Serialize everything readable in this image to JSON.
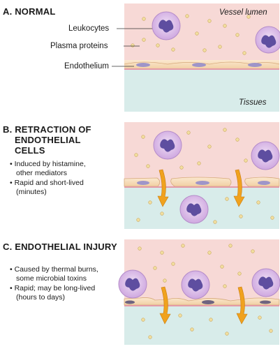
{
  "panel_a": {
    "title": "A. NORMAL",
    "labels": {
      "leukocytes": "Leukocytes",
      "plasma_proteins": "Plasma proteins",
      "endothelium": "Endothelium",
      "vessel_lumen": "Vessel lumen",
      "tissues": "Tissues"
    }
  },
  "panel_b": {
    "title_line1": "B. RETRACTION OF",
    "title_line2": "ENDOTHELIAL",
    "title_line3": "CELLS",
    "bullets": [
      {
        "line1": "• Induced by histamine,",
        "line2": "other mediators"
      },
      {
        "line1": "• Rapid and short-lived",
        "line2": "(minutes)"
      }
    ]
  },
  "panel_c": {
    "title": "C. ENDOTHELIAL INJURY",
    "bullets": [
      {
        "line1": "• Caused by thermal burns,",
        "line2": "some microbial toxins"
      },
      {
        "line1": "• Rapid; may be long-lived",
        "line2": "(hours to days)"
      }
    ]
  },
  "colors": {
    "lumen": "#f7d9d6",
    "tissue": "#d8ecea",
    "endothelium": "#f6d9b4",
    "membrane": "#e49aa7",
    "leukocyte": "#d7b8e4",
    "nucleus": "#5e4ea0",
    "protein": "#f2dfa0",
    "arrow": "#f0a21e"
  }
}
